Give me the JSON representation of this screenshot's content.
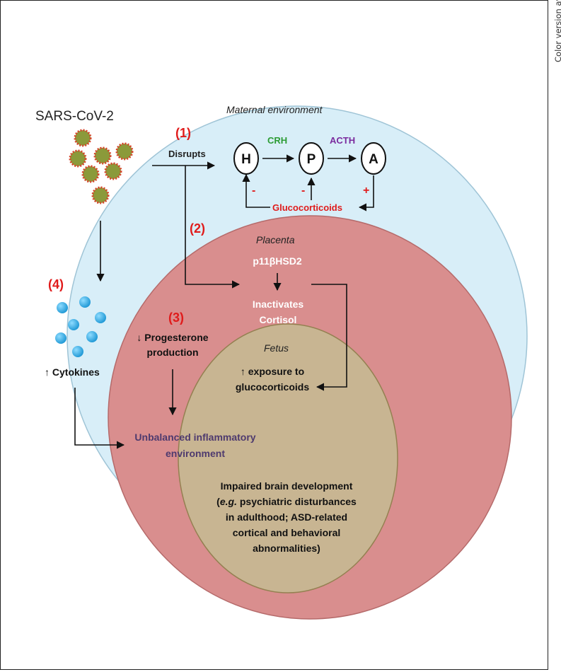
{
  "side_note": "Color version available online",
  "virus_label": "SARS-CoV-2",
  "regions": {
    "maternal": "Maternal environment",
    "placenta": "Placenta",
    "fetus": "Fetus"
  },
  "steps": {
    "one": "(1)",
    "two": "(2)",
    "three": "(3)",
    "four": "(4)"
  },
  "hpa": {
    "disrupts": "Disrupts",
    "h": "H",
    "p": "P",
    "a": "A",
    "crh": "CRH",
    "acth": "ACTH",
    "glucocorticoids": "Glucocorticoids",
    "minus": "-",
    "plus": "+"
  },
  "placenta_text": {
    "enzyme": "p11βHSD2",
    "inactivates_1": "Inactivates",
    "inactivates_2": "Cortisol",
    "progesterone_1": "↓ Progesterone",
    "progesterone_2": "production"
  },
  "fetus_text": {
    "exposure_1": "↑ exposure to",
    "exposure_2": "glucocorticoids",
    "impaired_1": "Impaired brain development",
    "impaired_2": "(e.g. psychiatric disturbances",
    "impaired_3": "in adulthood; ASD-related",
    "impaired_4": "cortical and behavioral",
    "impaired_5": "abnormalities)"
  },
  "maternal_text": {
    "cytokines": "↑ Cytokines",
    "unbalanced_1": "Unbalanced inflammatory",
    "unbalanced_2": "environment"
  },
  "colors": {
    "maternal_fill": "#d8eef8",
    "maternal_stroke": "#9fc4d6",
    "placenta_fill": "#d98e8e",
    "placenta_stroke": "#b56a6a",
    "fetus_fill": "#c8b592",
    "fetus_stroke": "#948051",
    "step_red": "#e01b1b",
    "crh_green": "#2c9c34",
    "acth_purple": "#7b2b9e",
    "unbalanced_purple": "#4e3a6e",
    "cytokine_blue": "#29a8e0"
  }
}
